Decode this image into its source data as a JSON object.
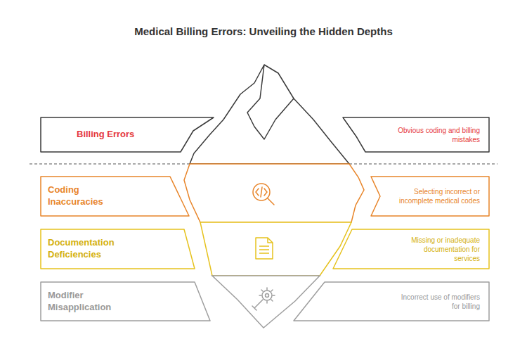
{
  "diagram": {
    "title": "Medical Billing Errors: Unveiling the Hidden Depths",
    "nodes": [
      {
        "text": [
          "Billing Errors"
        ]
      },
      {
        "text": [
          "Obvious coding and billing mistakes"
        ]
      },
      {
        "text": [
          "Coding Inaccuracies"
        ]
      },
      {
        "text": [
          "Selecting incorrect or incomplete medical codes"
        ]
      },
      {
        "text": [
          "Documentation Deficiencies"
        ]
      },
      {
        "text": [
          "Missing or inadequate documentation for services"
        ]
      },
      {
        "text": [
          "Modifier Misapplication"
        ]
      },
      {
        "text": [
          "Incorrect use of modifiers for billing"
        ]
      }
    ]
  }
}
